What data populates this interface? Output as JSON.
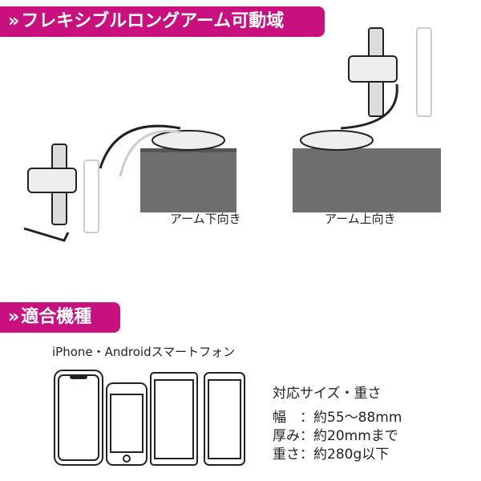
{
  "section1": {
    "icon": "double-chevron-right-icon",
    "chevron": "»",
    "title": "フレキシブルロングアーム可動域"
  },
  "illustrations": {
    "down_label": "アーム下向き",
    "up_label": "アーム上向き"
  },
  "section2": {
    "icon": "double-chevron-right-icon",
    "chevron": "»",
    "title": "適合機種"
  },
  "compat": {
    "devices": "iPhone・Androidスマートフォン"
  },
  "specs": {
    "title": "対応サイズ・重さ",
    "width_label": "幅　：",
    "width_value": "約55〜88mm",
    "thickness_label": "厚み：",
    "thickness_value": "約20mmまで",
    "weight_label": "重さ：",
    "weight_value": "約280g以下"
  },
  "colors": {
    "accent": "#c8117e",
    "desk": "#6e6e6e"
  }
}
